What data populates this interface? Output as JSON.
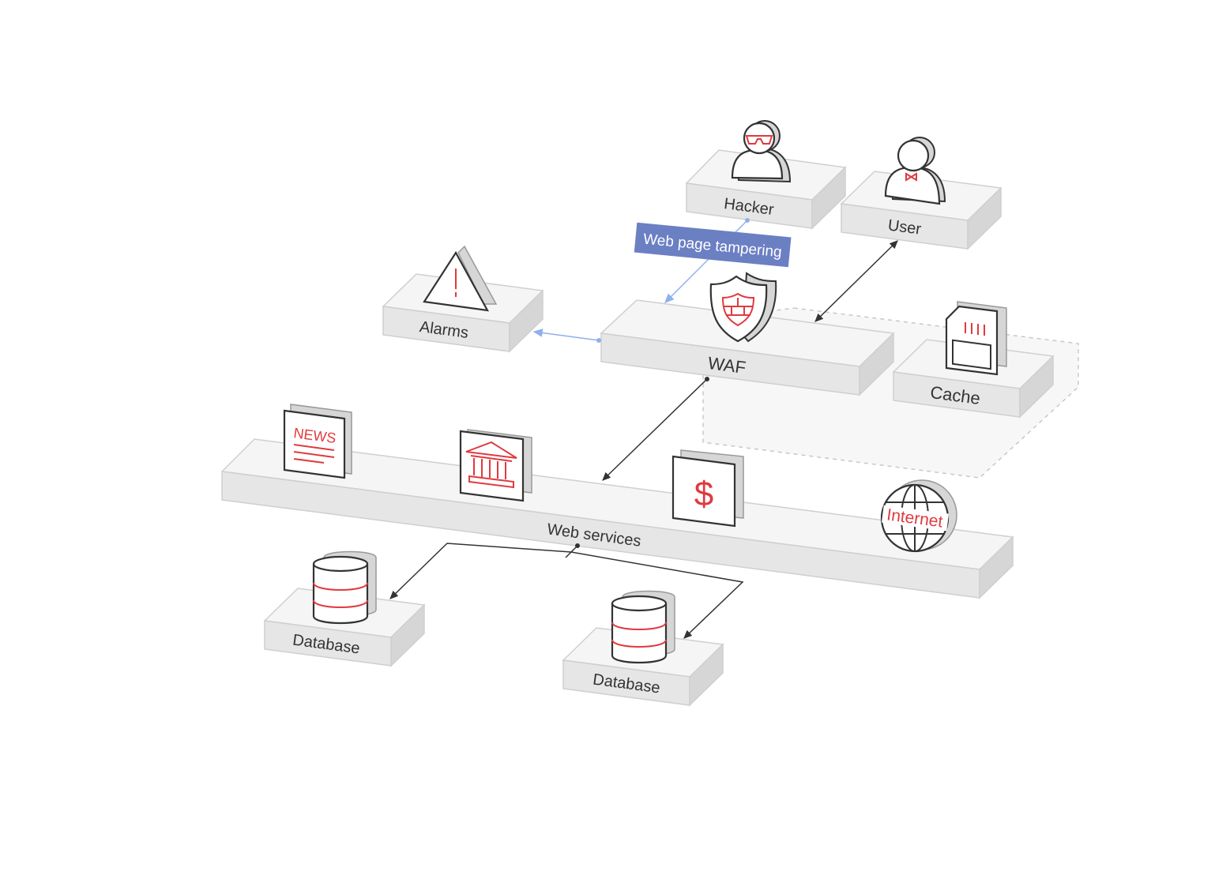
{
  "nodes": {
    "hacker": "Hacker",
    "user": "User",
    "alarms": "Alarms",
    "waf": "WAF",
    "cache": "Cache",
    "web_services": "Web services",
    "database_1": "Database",
    "database_2": "Database"
  },
  "annotation": "Web page tampering",
  "icons": {
    "news_text": "NEWS",
    "dollar_text": "$",
    "internet_text": "Internet"
  },
  "colors": {
    "accent_red": "#e03a3e",
    "tag_blue": "#6b7fc3",
    "link_blue": "#8fb0ee",
    "arrow_dark": "#333333"
  }
}
